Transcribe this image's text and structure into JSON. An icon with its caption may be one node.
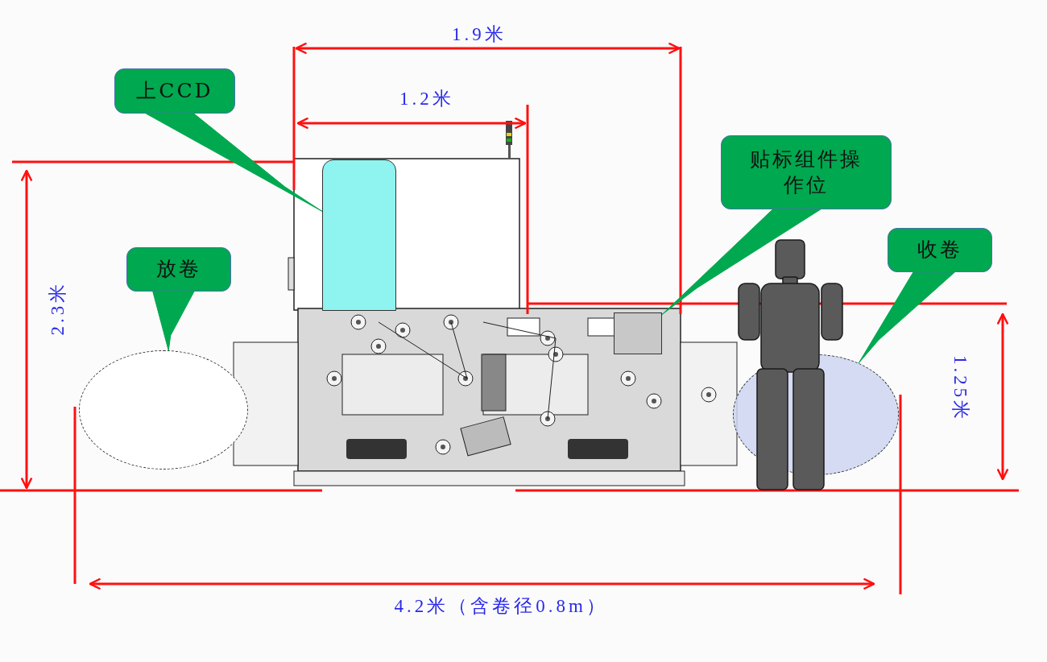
{
  "diagram": {
    "nodes": [
      {
        "text": [
          "上CCD"
        ]
      },
      {
        "text": [
          "贴标组件操作位"
        ]
      },
      {
        "text": [
          "放卷"
        ]
      },
      {
        "text": [
          "收卷"
        ]
      },
      {
        "text": [],
        "shape": "box"
      },
      {
        "text": [],
        "shape": "box"
      },
      {
        "text": [],
        "shape": "circle"
      },
      {
        "text": [],
        "shape": "circle"
      }
    ],
    "edges": [
      {
        "from": 0,
        "to": 4,
        "arrow": "none"
      },
      {
        "from": 1,
        "to": 5,
        "arrow": "none"
      },
      {
        "from": 2,
        "to": 6,
        "arrow": "none"
      },
      {
        "from": 3,
        "to": 7,
        "arrow": "none"
      }
    ],
    "labels": [
      "1.9米",
      "1.2米",
      "2.3米",
      "1.25米",
      "4.2米（含卷径0.8m）"
    ]
  }
}
